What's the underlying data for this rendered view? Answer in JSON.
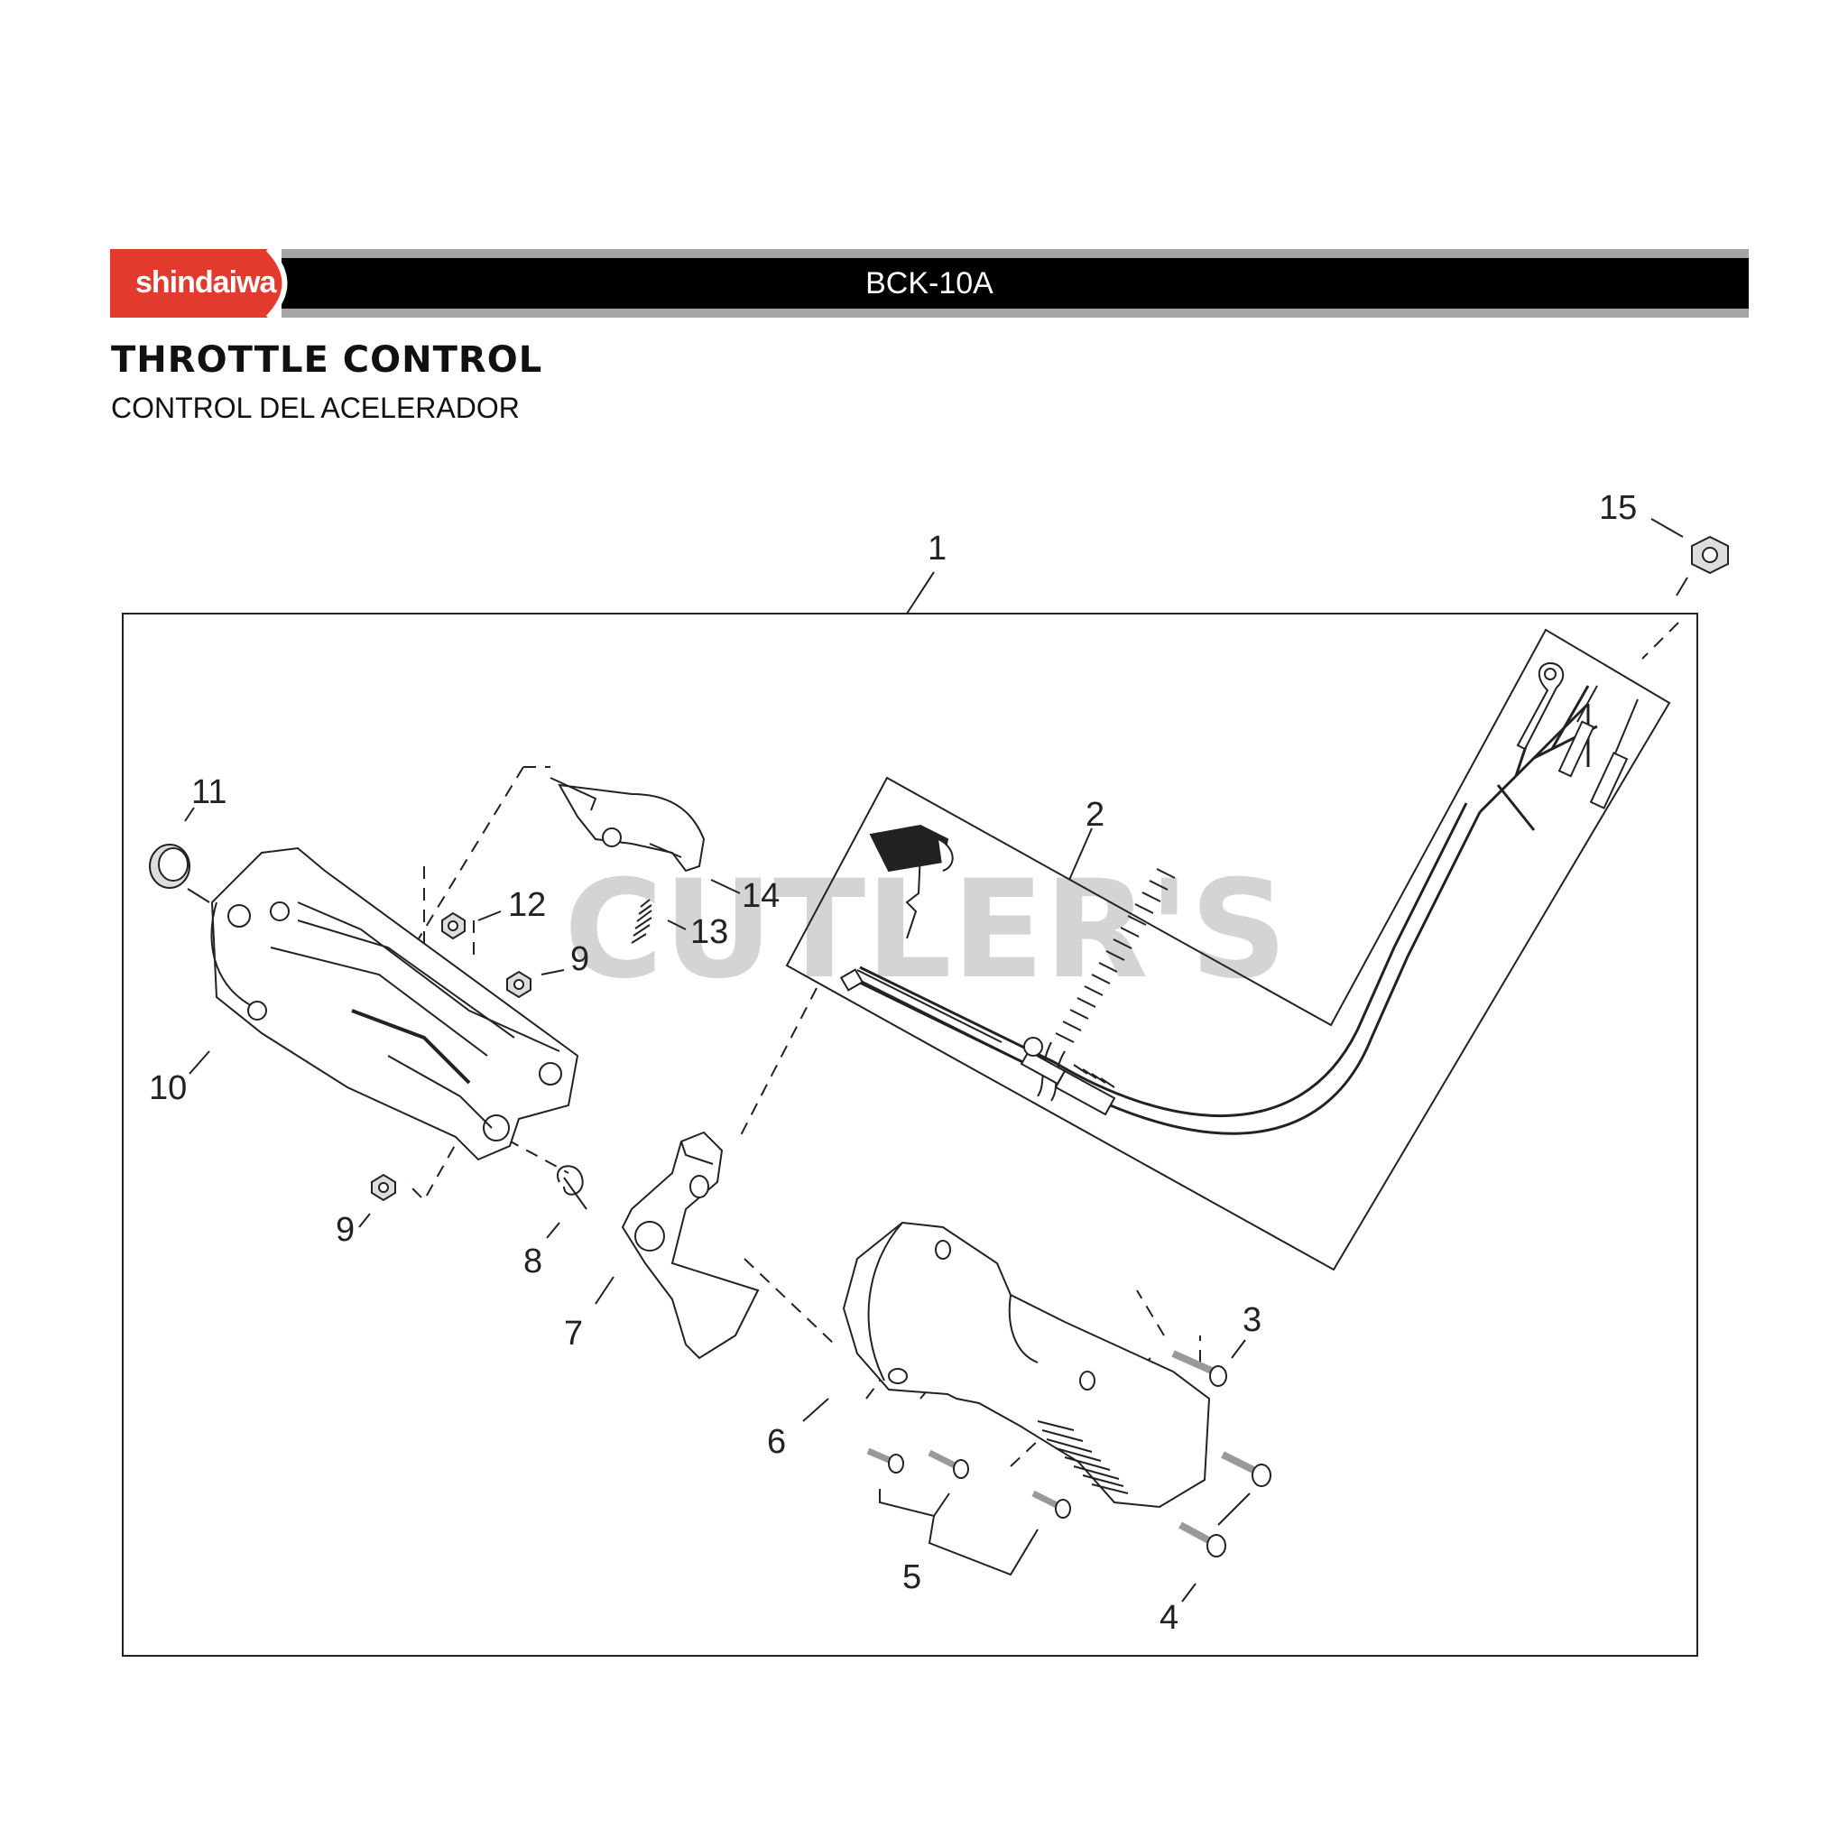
{
  "header": {
    "brand": "shindaiwa",
    "model": "BCK-10A",
    "colors": {
      "brand_red": "#e23b2e",
      "bar": "#000000",
      "bar_trim": "#a5a5a5"
    }
  },
  "section": {
    "title": "THROTTLE CONTROL",
    "subtitle": "CONTROL DEL ACELERADOR"
  },
  "watermark": "CUTLER'S",
  "callouts": {
    "c1": "1",
    "c2": "2",
    "c3": "3",
    "c4": "4",
    "c5": "5",
    "c6": "6",
    "c7": "7",
    "c8": "8",
    "c9a": "9",
    "c9b": "9",
    "c10": "10",
    "c11": "11",
    "c12": "12",
    "c13": "13",
    "c14": "14",
    "c15": "15"
  }
}
